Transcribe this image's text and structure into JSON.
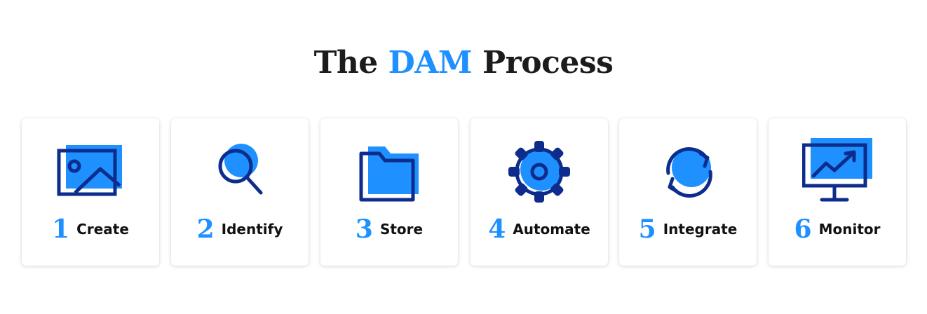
{
  "header": {
    "title_pre": "The",
    "title_accent": "DAM",
    "title_post": "Process"
  },
  "colors": {
    "accent": "#1e90ff",
    "navy": "#0d2c8c",
    "text": "#111111"
  },
  "steps": [
    {
      "number": "1",
      "label": "Create",
      "icon": "image-icon"
    },
    {
      "number": "2",
      "label": "Identify",
      "icon": "search-icon"
    },
    {
      "number": "3",
      "label": "Store",
      "icon": "folder-icon"
    },
    {
      "number": "4",
      "label": "Automate",
      "icon": "gear-icon"
    },
    {
      "number": "5",
      "label": "Integrate",
      "icon": "sync-icon"
    },
    {
      "number": "6",
      "label": "Monitor",
      "icon": "monitor-chart-icon"
    }
  ]
}
